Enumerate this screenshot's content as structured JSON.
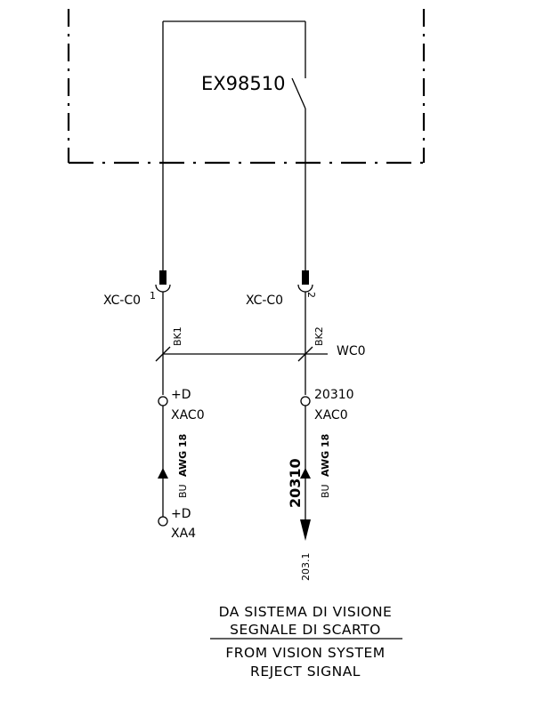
{
  "device": {
    "tag": "EX98510"
  },
  "connectors": {
    "left": "XC-C0",
    "right": "XC-C0",
    "left_pin": "1",
    "right_pin": "2"
  },
  "cables": {
    "left_core": "BK1",
    "right_core": "BK2",
    "cable_id": "WC0"
  },
  "terminals": {
    "left_top": "+D",
    "left_top_sub": "XAC0",
    "right_top": "20310",
    "right_top_sub": "XAC0",
    "left_bottom": "+D",
    "left_bottom_sub": "XA4"
  },
  "wires": {
    "left_color": "BU",
    "left_gauge": "AWG 18",
    "right_color": "BU",
    "right_gauge": "AWG 18"
  },
  "signal": {
    "wire_number": "20310",
    "page_ref": "203.1"
  },
  "caption": {
    "it_line1": "DA SISTEMA DI VISIONE",
    "it_line2": "SEGNALE DI SCARTO",
    "en_line1": "FROM VISION SYSTEM",
    "en_line2": "REJECT SIGNAL"
  }
}
